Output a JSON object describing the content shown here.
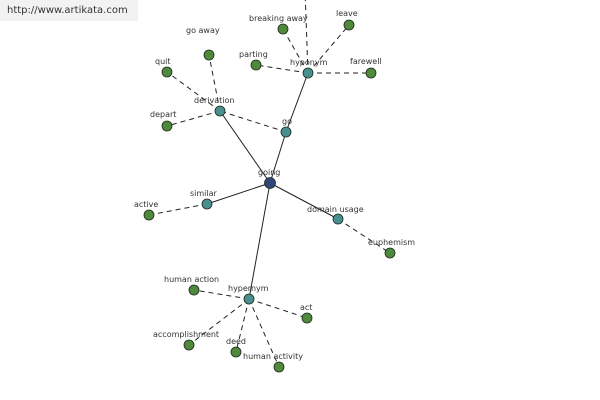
{
  "source_url": "http://www.artikata.com",
  "colors": {
    "edge": "#222222",
    "leaf_fill": "#4f8a3c",
    "relation_fill": "#4a8f8f",
    "center_fill": "#33447a",
    "node_stroke": "#1a2a1a"
  },
  "center": {
    "id": "going",
    "label": "going"
  },
  "relations": [
    {
      "id": "go",
      "label": "go"
    },
    {
      "id": "derivation",
      "label": "derivation"
    },
    {
      "id": "hyponym",
      "label": "hyponym"
    },
    {
      "id": "similar",
      "label": "similar"
    },
    {
      "id": "domain_usage",
      "label": "domain usage"
    },
    {
      "id": "hypernym",
      "label": "hypernym"
    }
  ],
  "leaves": [
    {
      "id": "go_away",
      "label": "go away"
    },
    {
      "id": "quit",
      "label": "quit"
    },
    {
      "id": "depart",
      "label": "depart"
    },
    {
      "id": "breaking_away",
      "label": "breaking away"
    },
    {
      "id": "leave",
      "label": "leave"
    },
    {
      "id": "parting",
      "label": "parting"
    },
    {
      "id": "farewell",
      "label": "farewell"
    },
    {
      "id": "active",
      "label": "active"
    },
    {
      "id": "euphemism",
      "label": "euphemism"
    },
    {
      "id": "human_action",
      "label": "human action"
    },
    {
      "id": "act",
      "label": "act"
    },
    {
      "id": "accomplishment",
      "label": "accomplishment"
    },
    {
      "id": "deed",
      "label": "deed"
    },
    {
      "id": "human_activity",
      "label": "human activity"
    }
  ],
  "edges": [
    {
      "from": "going",
      "to": "go",
      "style": "solid"
    },
    {
      "from": "going",
      "to": "derivation",
      "style": "solid"
    },
    {
      "from": "going",
      "to": "similar",
      "style": "solid"
    },
    {
      "from": "going",
      "to": "domain_usage",
      "style": "solid"
    },
    {
      "from": "going",
      "to": "hypernym",
      "style": "solid"
    },
    {
      "from": "go",
      "to": "hyponym",
      "style": "solid"
    },
    {
      "from": "go",
      "to": "derivation",
      "style": "dashed"
    },
    {
      "from": "derivation",
      "to": "go_away",
      "style": "dashed"
    },
    {
      "from": "derivation",
      "to": "quit",
      "style": "dashed"
    },
    {
      "from": "derivation",
      "to": "depart",
      "style": "dashed"
    },
    {
      "from": "hyponym",
      "to": "breaking_away",
      "style": "dashed"
    },
    {
      "from": "hyponym",
      "to": "leave",
      "style": "dashed"
    },
    {
      "from": "hyponym",
      "to": "parting",
      "style": "dashed"
    },
    {
      "from": "hyponym",
      "to": "farewell",
      "style": "dashed"
    },
    {
      "from": "hyponym",
      "to": "offscreen_top",
      "style": "dashed"
    },
    {
      "from": "similar",
      "to": "active",
      "style": "dashed"
    },
    {
      "from": "domain_usage",
      "to": "euphemism",
      "style": "dashed"
    },
    {
      "from": "hypernym",
      "to": "human_action",
      "style": "dashed"
    },
    {
      "from": "hypernym",
      "to": "act",
      "style": "dashed"
    },
    {
      "from": "hypernym",
      "to": "accomplishment",
      "style": "dashed"
    },
    {
      "from": "hypernym",
      "to": "deed",
      "style": "dashed"
    },
    {
      "from": "hypernym",
      "to": "human_activity",
      "style": "dashed"
    }
  ]
}
